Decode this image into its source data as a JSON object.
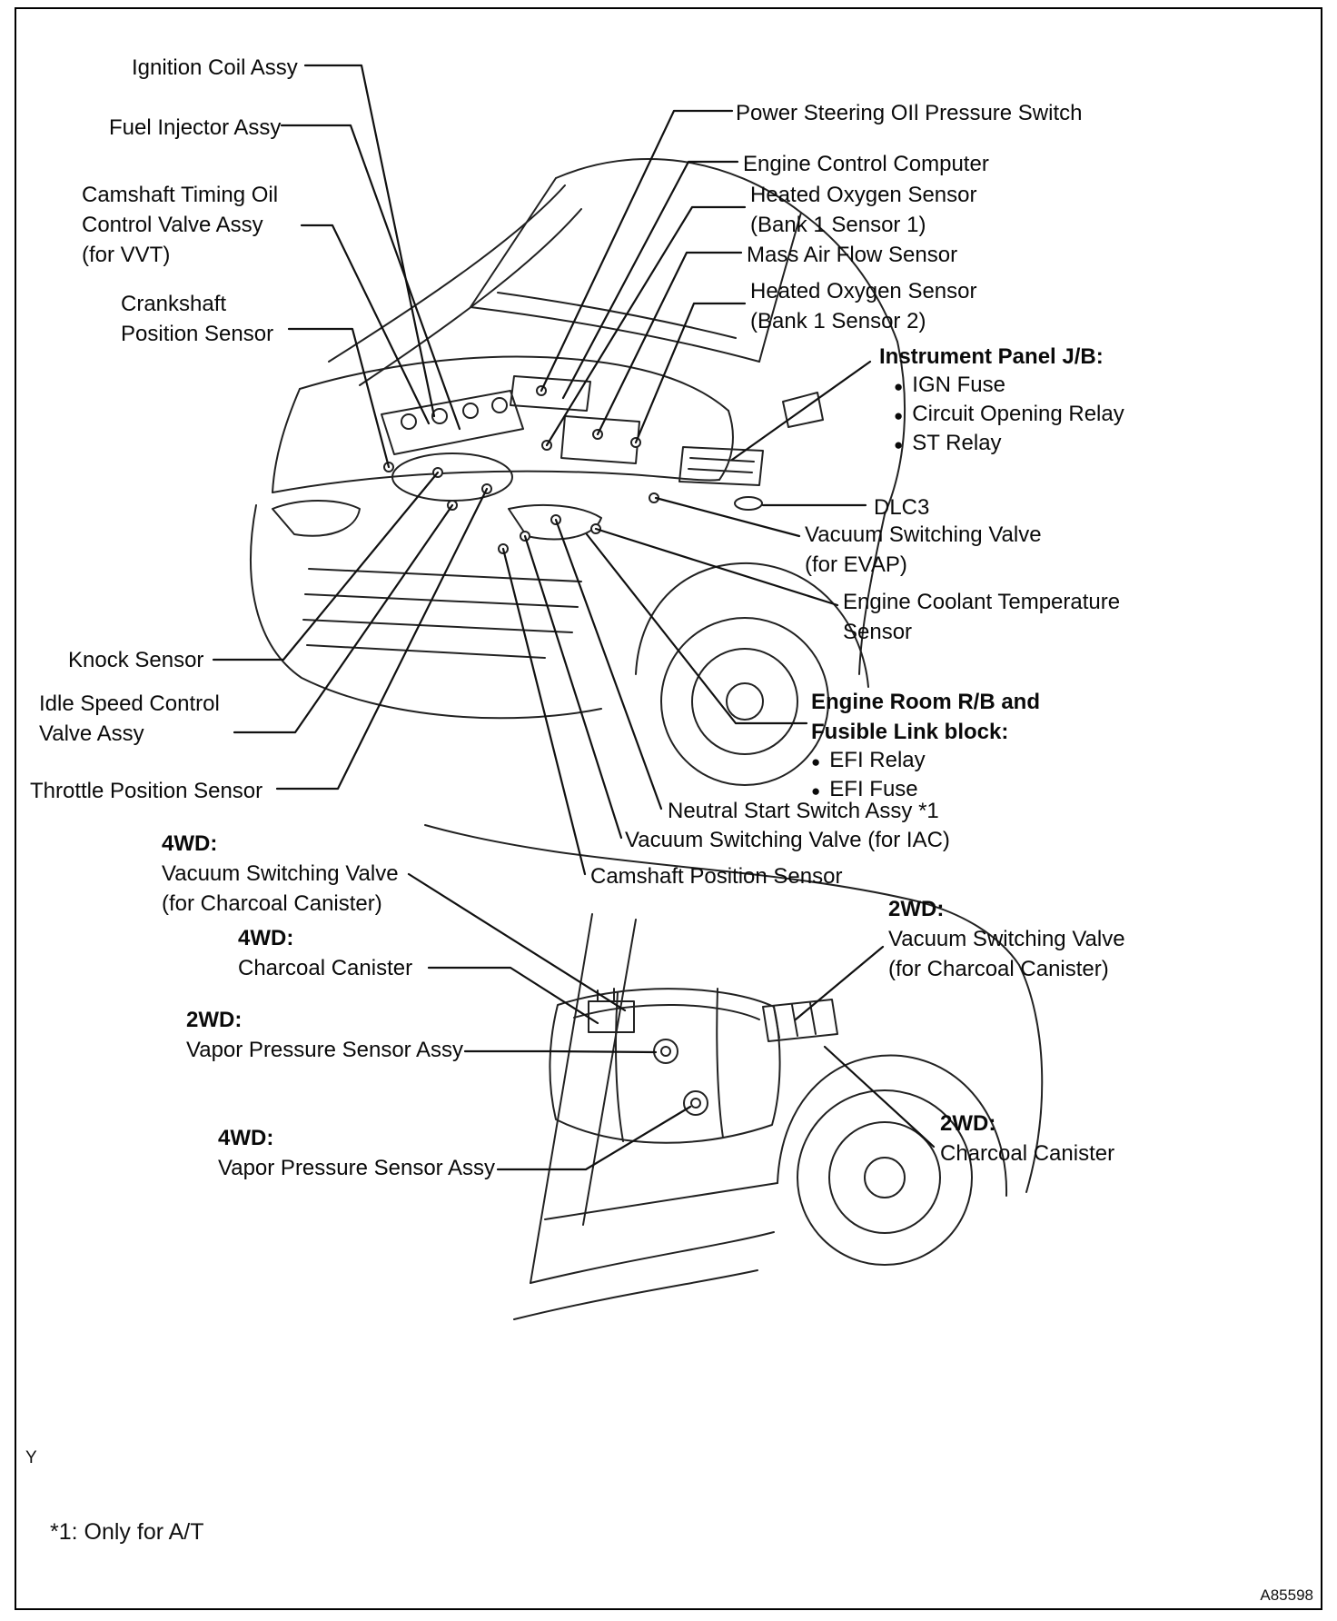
{
  "figure": {
    "corner_mark": "Y",
    "footnote": "*1: Only for A/T",
    "figure_code": "A85598"
  },
  "icons": {
    "bullet": "●"
  },
  "labels": {
    "ignition_coil_assy": "Ignition Coil Assy",
    "fuel_injector_assy": "Fuel Injector Assy",
    "camshaft_timing": {
      "lines": [
        "Camshaft Timing Oil",
        "Control Valve Assy",
        "(for VVT)"
      ]
    },
    "crankshaft_position": {
      "lines": [
        "Crankshaft",
        "Position Sensor"
      ]
    },
    "knock_sensor": "Knock Sensor",
    "idle_speed": {
      "lines": [
        "Idle Speed Control",
        "Valve Assy"
      ]
    },
    "throttle_position_sensor": "Throttle Position Sensor",
    "vsv_charcoal_4wd": {
      "heading": "4WD:",
      "lines": [
        "Vacuum Switching Valve",
        "(for Charcoal Canister)"
      ]
    },
    "charcoal_canister_4wd": {
      "heading": "4WD:",
      "lines": [
        "Charcoal Canister"
      ]
    },
    "vapor_pressure_2wd": {
      "heading": "2WD:",
      "lines": [
        "Vapor Pressure Sensor Assy"
      ]
    },
    "vapor_pressure_4wd": {
      "heading": "4WD:",
      "lines": [
        "Vapor Pressure Sensor Assy"
      ]
    },
    "power_steering": "Power Steering OIl Pressure Switch",
    "engine_control_computer": "Engine Control Computer",
    "heated_o2_bank1_s1": {
      "lines": [
        "Heated Oxygen Sensor",
        "(Bank 1 Sensor 1)"
      ]
    },
    "mass_air_flow": "Mass Air Flow Sensor",
    "heated_o2_bank1_s2": {
      "lines": [
        "Heated Oxygen Sensor",
        "(Bank 1 Sensor 2)"
      ]
    },
    "instrument_panel_jb": {
      "heading": "Instrument Panel J/B:",
      "items": [
        "IGN Fuse",
        "Circuit Opening Relay",
        "ST Relay"
      ]
    },
    "dlc3": "DLC3",
    "vsv_evap": {
      "lines": [
        "Vacuum Switching Valve",
        "(for EVAP)"
      ]
    },
    "ect_sensor": {
      "lines": [
        "Engine Coolant Temperature",
        "Sensor"
      ]
    },
    "engine_room_rb": {
      "heading_lines": [
        "Engine Room R/B and",
        "Fusible Link block:"
      ],
      "items": [
        "EFI Relay",
        "EFI Fuse"
      ]
    },
    "neutral_start_switch": "Neutral Start Switch Assy *1",
    "vsv_iac": "Vacuum Switching Valve (for IAC)",
    "camshaft_position_sensor": "Camshaft Position Sensor",
    "vsv_charcoal_2wd": {
      "heading": "2WD:",
      "lines": [
        "Vacuum Switching Valve",
        "(for Charcoal Canister)"
      ]
    },
    "charcoal_canister_2wd": {
      "heading": "2WD:",
      "lines": [
        "Charcoal Canister"
      ]
    }
  }
}
